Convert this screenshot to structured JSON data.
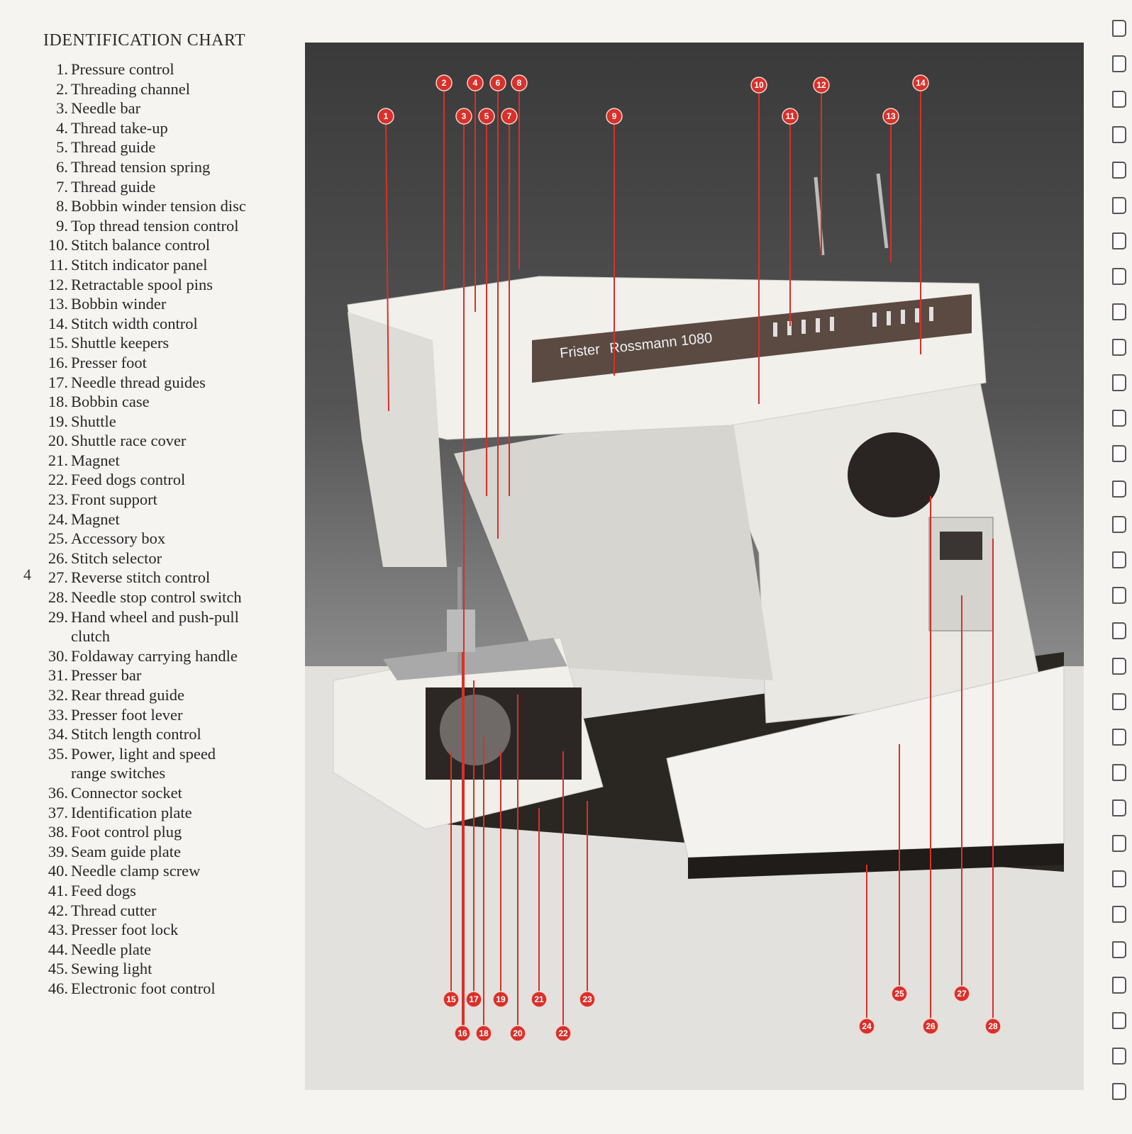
{
  "title": "IDENTIFICATION CHART",
  "page_number": "4",
  "parts": [
    {
      "num": "1.",
      "name": "Pressure control"
    },
    {
      "num": "2.",
      "name": "Threading channel"
    },
    {
      "num": "3.",
      "name": "Needle bar"
    },
    {
      "num": "4.",
      "name": "Thread take-up"
    },
    {
      "num": "5.",
      "name": "Thread guide"
    },
    {
      "num": "6.",
      "name": "Thread tension spring"
    },
    {
      "num": "7.",
      "name": "Thread guide"
    },
    {
      "num": "8.",
      "name": "Bobbin winder tension disc"
    },
    {
      "num": "9.",
      "name": "Top thread tension control"
    },
    {
      "num": "10.",
      "name": "Stitch balance control"
    },
    {
      "num": "11.",
      "name": "Stitch indicator panel"
    },
    {
      "num": "12.",
      "name": "Retractable spool pins"
    },
    {
      "num": "13.",
      "name": "Bobbin winder"
    },
    {
      "num": "14.",
      "name": "Stitch width control"
    },
    {
      "num": "15.",
      "name": "Shuttle keepers"
    },
    {
      "num": "16.",
      "name": "Presser foot"
    },
    {
      "num": "17.",
      "name": "Needle thread guides"
    },
    {
      "num": "18.",
      "name": "Bobbin case"
    },
    {
      "num": "19.",
      "name": "Shuttle"
    },
    {
      "num": "20.",
      "name": "Shuttle race cover"
    },
    {
      "num": "21.",
      "name": "Magnet"
    },
    {
      "num": "22.",
      "name": "Feed dogs control"
    },
    {
      "num": "23.",
      "name": "Front support"
    },
    {
      "num": "24.",
      "name": "Magnet"
    },
    {
      "num": "25.",
      "name": "Accessory box"
    },
    {
      "num": "26.",
      "name": "Stitch selector"
    },
    {
      "num": "27.",
      "name": "Reverse stitch control"
    },
    {
      "num": "28.",
      "name": "Needle stop control switch"
    },
    {
      "num": "29.",
      "name": "Hand wheel and push-pull"
    },
    {
      "num": "",
      "name": "clutch"
    },
    {
      "num": "30.",
      "name": "Foldaway carrying handle"
    },
    {
      "num": "31.",
      "name": "Presser bar"
    },
    {
      "num": "32.",
      "name": "Rear thread guide"
    },
    {
      "num": "33.",
      "name": "Presser foot lever"
    },
    {
      "num": "34.",
      "name": "Stitch length control"
    },
    {
      "num": "35.",
      "name": "Power, light and speed"
    },
    {
      "num": "",
      "name": "range switches"
    },
    {
      "num": "36.",
      "name": "Connector socket"
    },
    {
      "num": "37.",
      "name": "Identification plate"
    },
    {
      "num": "38.",
      "name": "Foot control plug"
    },
    {
      "num": "39.",
      "name": "Seam guide plate"
    },
    {
      "num": "40.",
      "name": "Needle clamp screw"
    },
    {
      "num": "41.",
      "name": "Feed dogs"
    },
    {
      "num": "42.",
      "name": "Thread cutter"
    },
    {
      "num": "43.",
      "name": "Presser foot lock"
    },
    {
      "num": "44.",
      "name": "Needle plate"
    },
    {
      "num": "45.",
      "name": "Sewing light"
    },
    {
      "num": "46.",
      "name": "Electronic foot control"
    }
  ],
  "photo": {
    "brand": "Frister",
    "model": "Rossmann 1080",
    "markers": [
      "1",
      "2",
      "3",
      "4",
      "5",
      "6",
      "7",
      "8",
      "9",
      "10",
      "11",
      "12",
      "13",
      "14",
      "15",
      "16",
      "17",
      "18",
      "19",
      "20",
      "21",
      "22",
      "23",
      "24",
      "25",
      "26",
      "27",
      "28"
    ]
  },
  "colors": {
    "callout_red": "#d9302a",
    "machine_body": "#ecebe6",
    "panel_brown": "#5a4a42"
  }
}
